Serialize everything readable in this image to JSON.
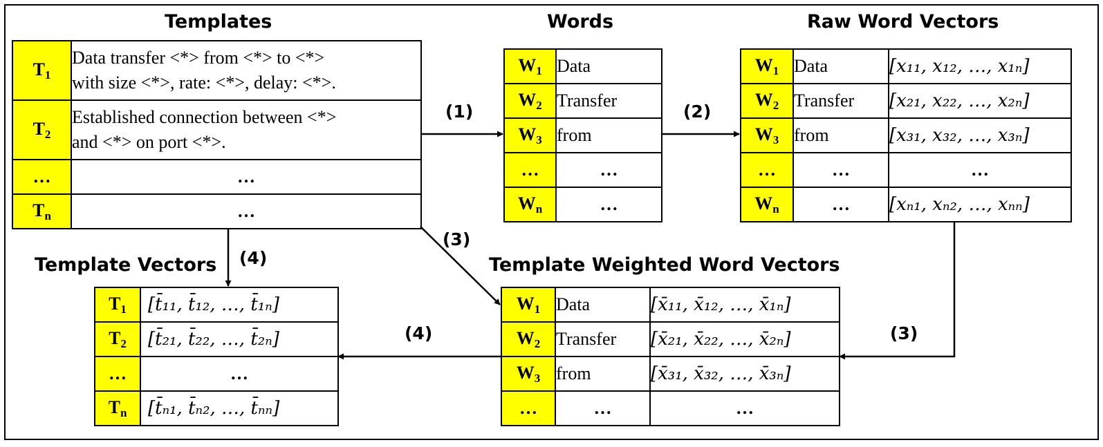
{
  "headings": {
    "templates": "Templates",
    "words": "Words",
    "raw_word_vectors": "Raw Word Vectors",
    "template_vectors": "Template Vectors",
    "template_weighted_word_vectors": "Template Weighted Word Vectors"
  },
  "steps": {
    "s1": "(1)",
    "s2": "(2)",
    "s3a": "(3)",
    "s3b": "(3)",
    "s4a": "(4)",
    "s4b": "(4)"
  },
  "templates_table": [
    {
      "key": "T",
      "sub": "1",
      "text_line1": "Data transfer <*> from <*> to <*>",
      "text_line2": "with size <*>, rate: <*>, delay: <*>."
    },
    {
      "key": "T",
      "sub": "2",
      "text_line1": "Established connection between <*>",
      "text_line2": "and <*> on port <*>."
    },
    {
      "key": "…",
      "sub": "",
      "text": "…"
    },
    {
      "key": "T",
      "sub": "n",
      "text": "…"
    }
  ],
  "words_table": [
    {
      "key": "W",
      "sub": "1",
      "word": "Data"
    },
    {
      "key": "W",
      "sub": "2",
      "word": "Transfer"
    },
    {
      "key": "W",
      "sub": "3",
      "word": "from"
    },
    {
      "key": "…",
      "sub": "",
      "word": "…"
    },
    {
      "key": "W",
      "sub": "n",
      "word": "…"
    }
  ],
  "raw_vectors_table": [
    {
      "key": "W",
      "sub": "1",
      "word": "Data",
      "vector": "[x₁₁, x₁₂, …, x₁ₙ]"
    },
    {
      "key": "W",
      "sub": "2",
      "word": "Transfer",
      "vector": "[x₂₁, x₂₂, …, x₂ₙ]"
    },
    {
      "key": "W",
      "sub": "3",
      "word": "from",
      "vector": "[x₃₁, x₃₂, …, x₃ₙ]"
    },
    {
      "key": "…",
      "sub": "",
      "word": "…",
      "vector": "…"
    },
    {
      "key": "W",
      "sub": "n",
      "word": "…",
      "vector": "[xₙ₁, xₙ₂, …, xₙₙ]"
    }
  ],
  "weighted_vectors_table": [
    {
      "key": "W",
      "sub": "1",
      "word": "Data",
      "vector": "[x̄₁₁, x̄₁₂, …, x̄₁ₙ]"
    },
    {
      "key": "W",
      "sub": "2",
      "word": "Transfer",
      "vector": "[x̄₂₁, x̄₂₂, …, x̄₂ₙ]"
    },
    {
      "key": "W",
      "sub": "3",
      "word": "from",
      "vector": "[x̄₃₁, x̄₃₂, …, x̄₃ₙ]"
    },
    {
      "key": "…",
      "sub": "",
      "word": "…",
      "vector": "…"
    }
  ],
  "template_vectors_table": [
    {
      "key": "T",
      "sub": "1",
      "vector": "[t̄₁₁, t̄₁₂, …, t̄₁ₙ]"
    },
    {
      "key": "T",
      "sub": "2",
      "vector": "[t̄₂₁, t̄₂₂, …, t̄₂ₙ]"
    },
    {
      "key": "…",
      "sub": "",
      "vector": "…"
    },
    {
      "key": "T",
      "sub": "n",
      "vector": "[t̄ₙ₁, t̄ₙ₂, …, t̄ₙₙ]"
    }
  ],
  "colors": {
    "key_fill": "#ffff00",
    "line": "#000000"
  }
}
